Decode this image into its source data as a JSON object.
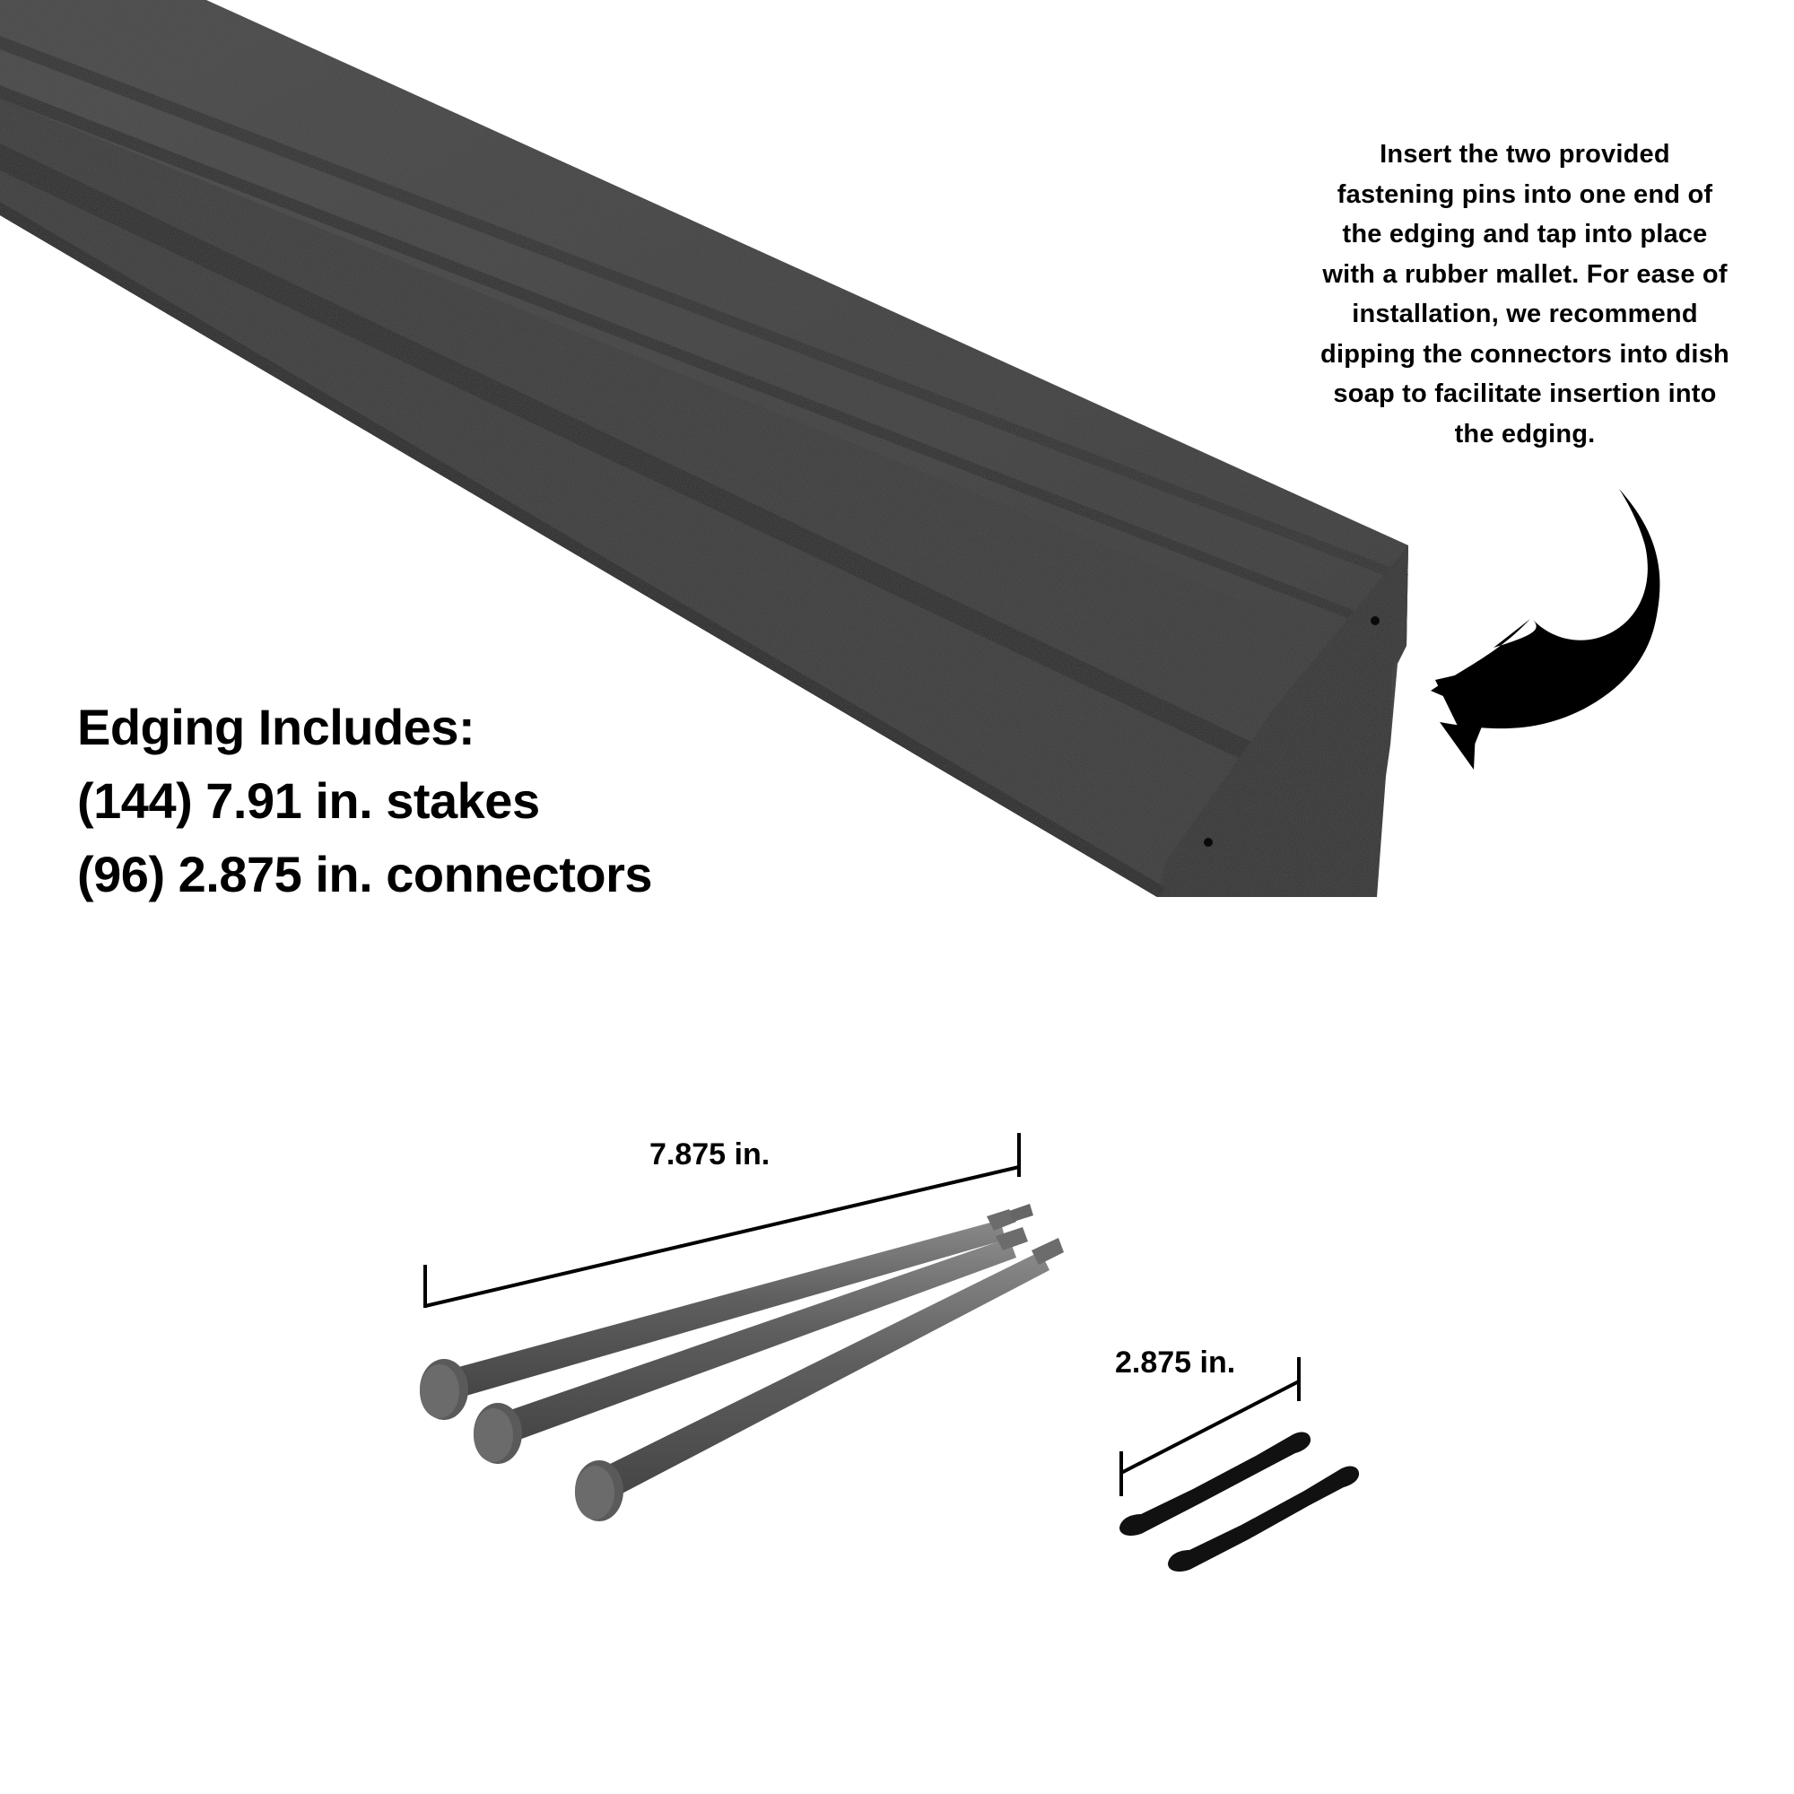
{
  "instructions": {
    "lines": [
      "Insert the two provided",
      "fastening pins into one end of",
      "the edging and tap into place",
      "with a rubber mallet. For ease of",
      "installation, we recommend",
      "dipping the connectors into dish",
      "soap to facilitate insertion into",
      "the edging."
    ]
  },
  "includes": {
    "heading": "Edging Includes:",
    "items": [
      "(144) 7.91 in. stakes",
      "(96) 2.875 in. connectors"
    ]
  },
  "dimensions": {
    "stake_length": "7.875 in.",
    "connector_length": "2.875 in."
  },
  "colors": {
    "background": "#ffffff",
    "text": "#000000",
    "edging_rubber": "#3a3a3a",
    "stake_gray": "#5c5c5c",
    "connector_black": "#111111"
  }
}
